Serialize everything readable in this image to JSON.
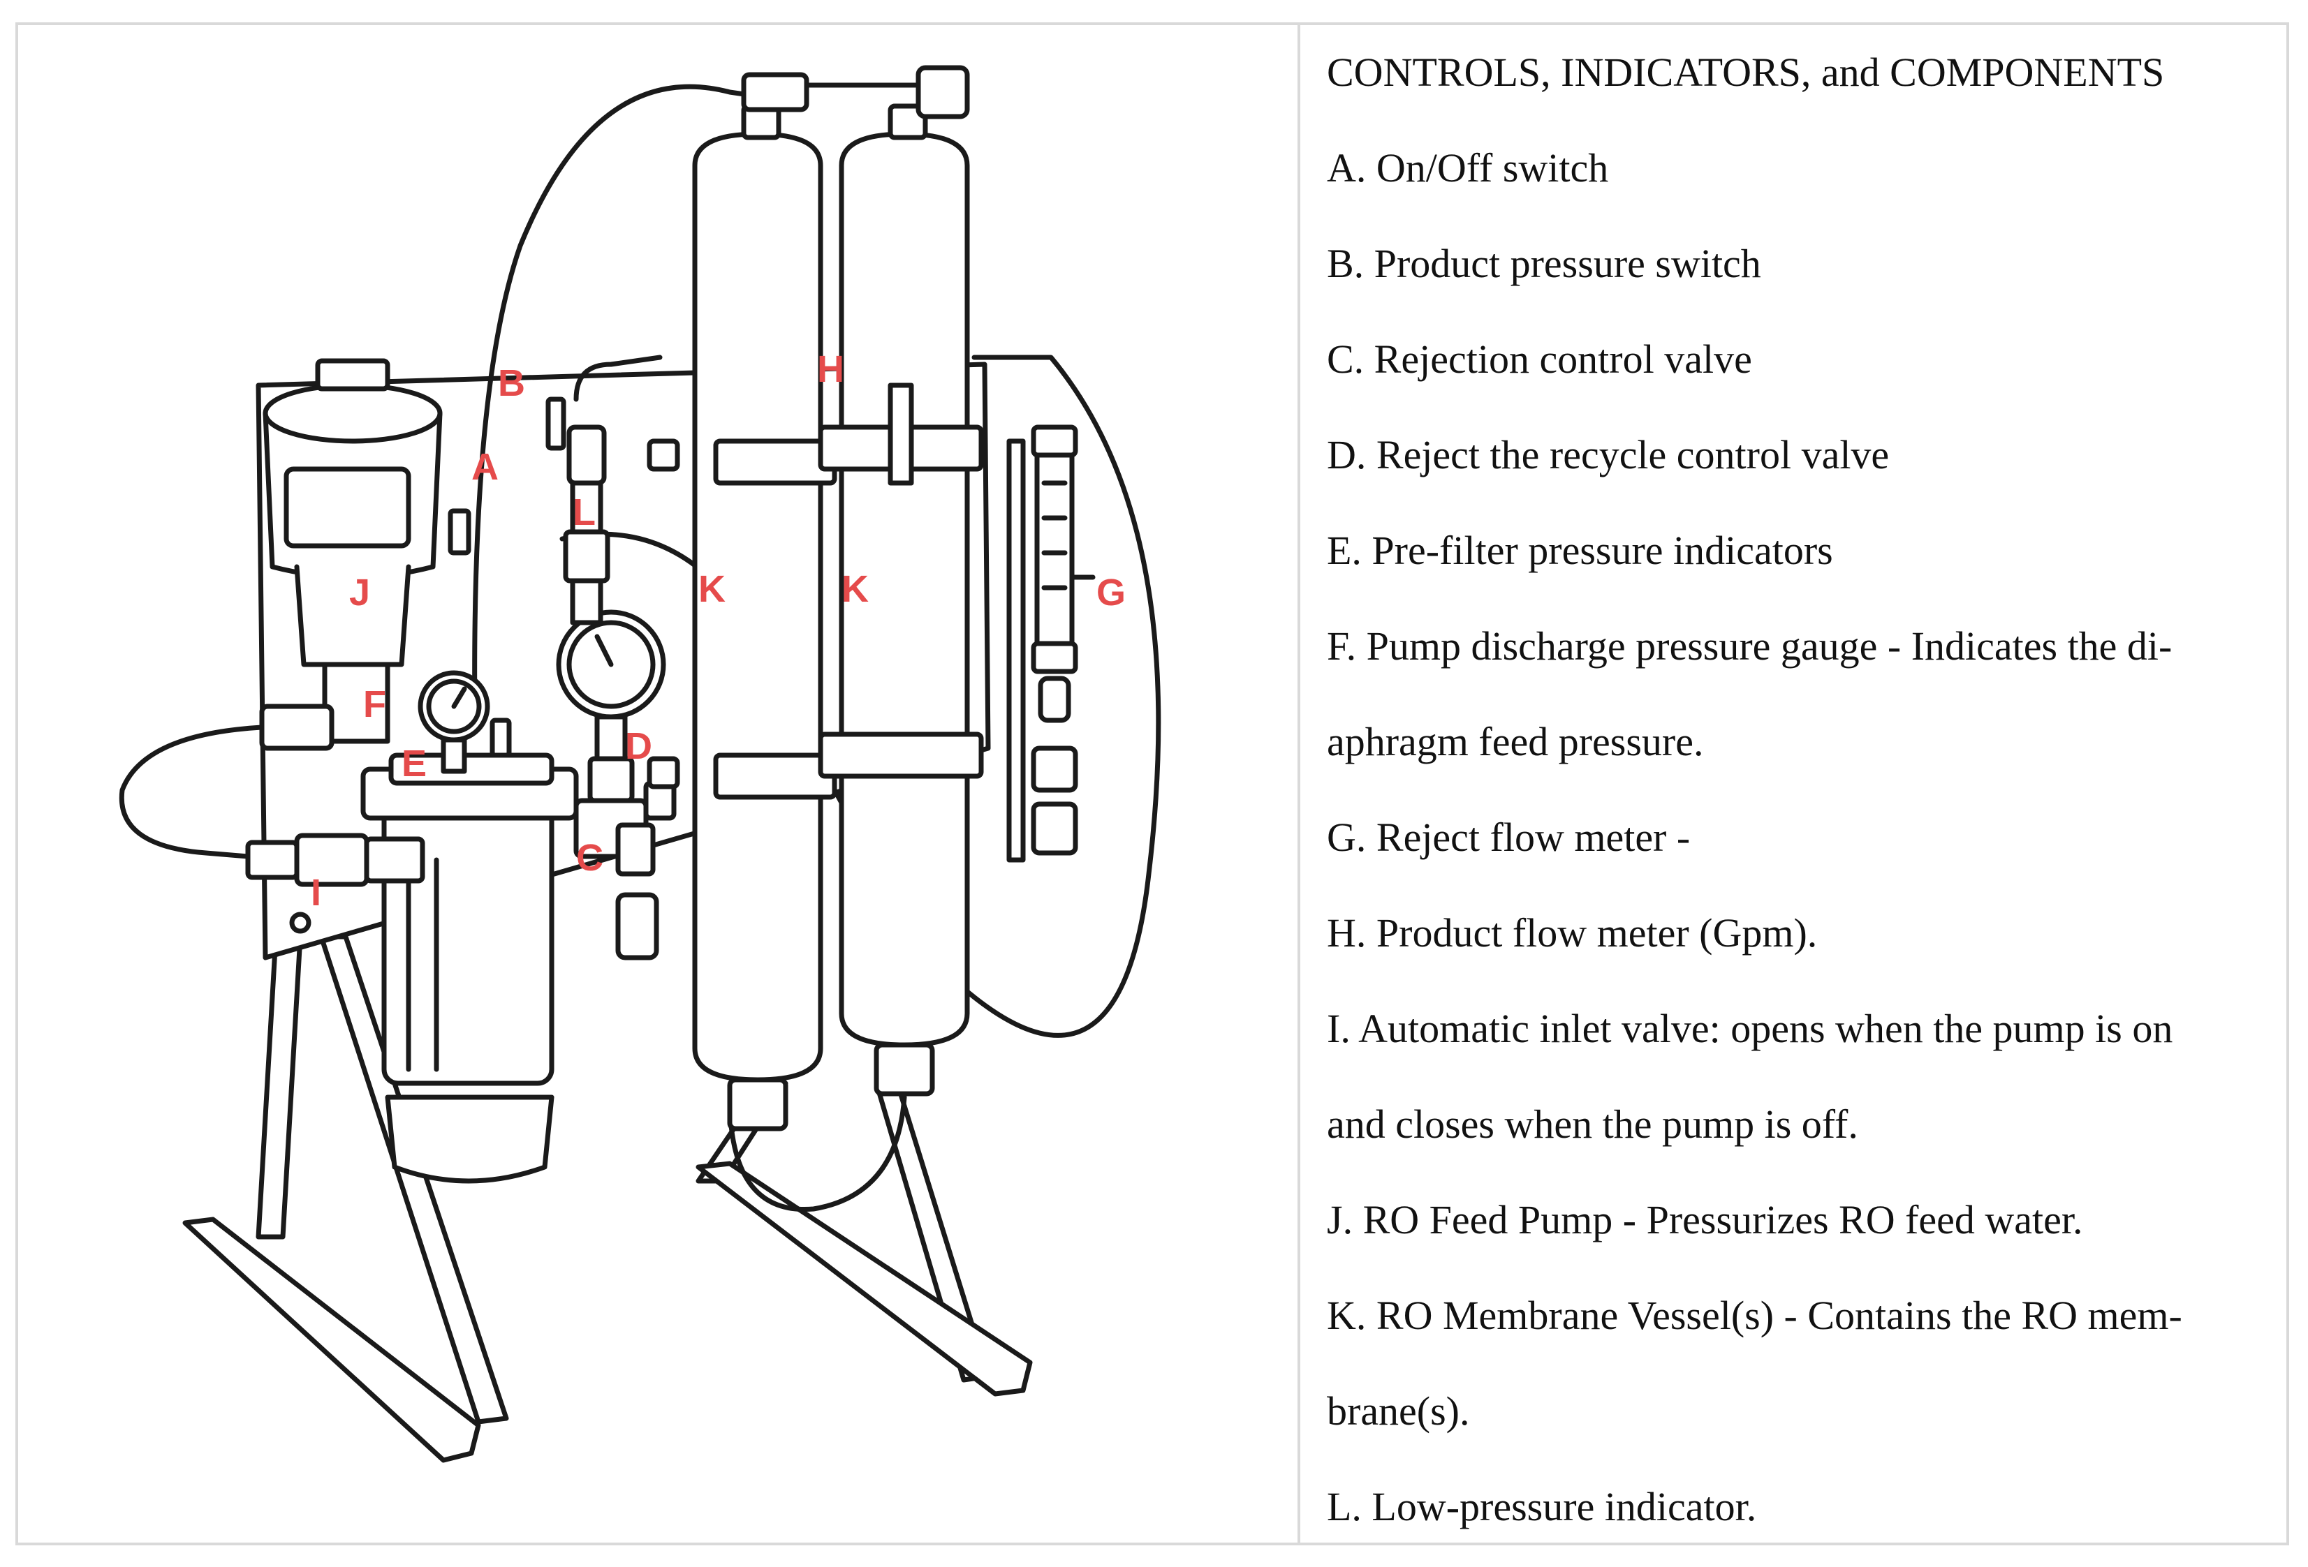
{
  "diagram": {
    "labels": {
      "a": "A",
      "b": "B",
      "c": "C",
      "d": "D",
      "e": "E",
      "f": "F",
      "g": "G",
      "h": "H",
      "i": "I",
      "j": "J",
      "k1": "K",
      "k2": "K",
      "l": "L"
    },
    "label_color": "#e54b4b",
    "line_color": "#1a1a1a"
  },
  "legend": {
    "heading": "CONTROLS, INDICATORS, and COMPONENTS",
    "lines": [
      "A. On/Off switch",
      "B. Product pressure switch",
      "C. Rejection control valve",
      "D. Reject the recycle control valve",
      "E. Pre-filter pressure indicators",
      "F. Pump discharge pressure gauge - Indicates the di-",
      "aphragm feed pressure.",
      "G. Reject flow meter -",
      "H. Product flow meter (Gpm).",
      "I. Automatic inlet valve: opens when the pump is on",
      "and closes when the pump is off.",
      "J. RO Feed Pump - Pressurizes RO feed water.",
      "K. RO Membrane Vessel(s) - Contains the RO mem-",
      "brane(s).",
      "L. Low-pressure indicator."
    ]
  }
}
